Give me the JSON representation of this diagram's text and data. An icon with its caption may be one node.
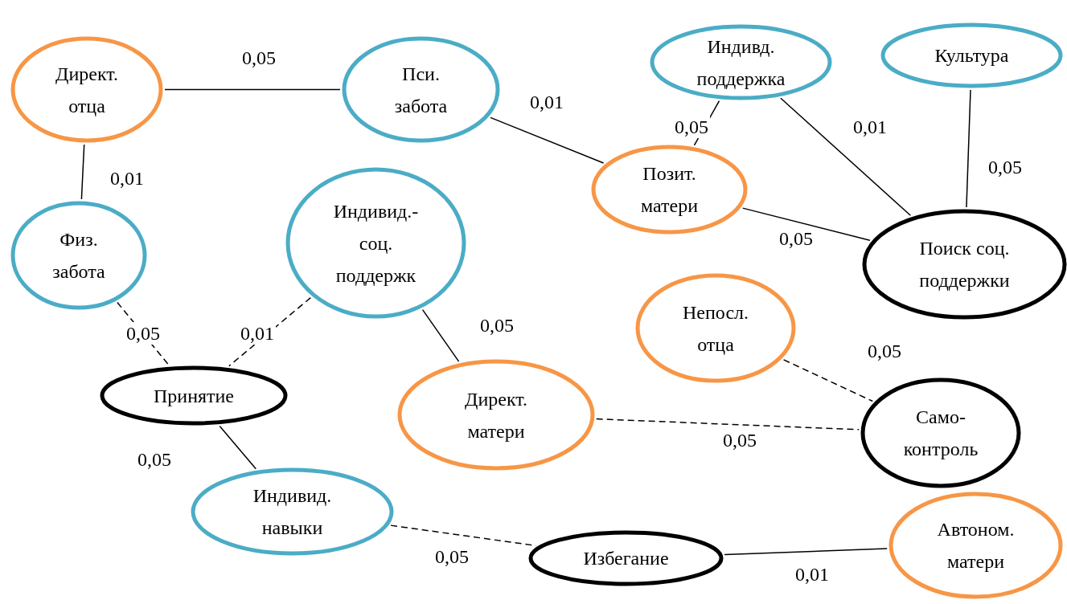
{
  "diagram": {
    "nodes": [
      {
        "text": [
          "Директ. отца"
        ]
      },
      {
        "text": [
          "Пси. забота"
        ]
      },
      {
        "text": [
          "Индивд. поддержка"
        ]
      },
      {
        "text": [
          "Культура"
        ]
      },
      {
        "text": [
          "Физ. забота"
        ]
      },
      {
        "text": [
          "Индивид.-соц. поддержк"
        ]
      },
      {
        "text": [
          "Позит. матери"
        ]
      },
      {
        "text": [
          "Поиск соц. поддержки"
        ]
      },
      {
        "text": [
          "Непосл. отца"
        ]
      },
      {
        "text": [
          "Принятие"
        ]
      },
      {
        "text": [
          "Директ. матери"
        ]
      },
      {
        "text": [
          "Само-контроль"
        ]
      },
      {
        "text": [
          "Индивид. навыки"
        ]
      },
      {
        "text": [
          "Избегание"
        ]
      },
      {
        "text": [
          "Автоном. матери"
        ]
      }
    ],
    "edges": [
      {
        "from": 0,
        "to": 1,
        "arrow": "none",
        "label": "0,05"
      },
      {
        "from": 1,
        "to": 6,
        "arrow": "none",
        "label": "0,01"
      },
      {
        "from": 6,
        "to": 2,
        "arrow": "none",
        "label": "0,05"
      },
      {
        "from": 2,
        "to": 7,
        "arrow": "none",
        "label": "0,01"
      },
      {
        "from": 3,
        "to": 7,
        "arrow": "none",
        "label": "0,05"
      },
      {
        "from": 6,
        "to": 7,
        "arrow": "none",
        "label": "0,05"
      },
      {
        "from": 0,
        "to": 4,
        "arrow": "none",
        "label": "0,01"
      },
      {
        "from": 4,
        "to": 9,
        "arrow": "none",
        "label": "0,05",
        "style": "dashed"
      },
      {
        "from": 5,
        "to": 9,
        "arrow": "none",
        "label": "0,01",
        "style": "dashed"
      },
      {
        "from": 5,
        "to": 10,
        "arrow": "none",
        "label": "0,05"
      },
      {
        "from": 8,
        "to": 11,
        "arrow": "none",
        "label": "0,05",
        "style": "dashed"
      },
      {
        "from": 10,
        "to": 11,
        "arrow": "none",
        "label": "0,05",
        "style": "dashed"
      },
      {
        "from": 9,
        "to": 12,
        "arrow": "none",
        "label": "0,05"
      },
      {
        "from": 12,
        "to": 13,
        "arrow": "none",
        "label": "0,05",
        "style": "dashed"
      },
      {
        "from": 13,
        "to": 14,
        "arrow": "none",
        "label": "0,01"
      }
    ]
  }
}
